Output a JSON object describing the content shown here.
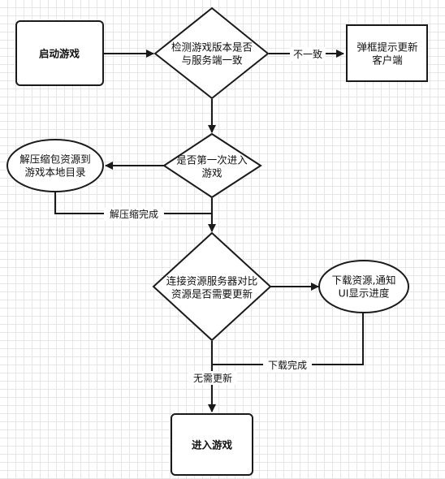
{
  "colors": {
    "stroke": "#1a1a1a",
    "fill": "#ffffff",
    "text": "#111111"
  },
  "nodes": {
    "start": {
      "lines": [
        "启动游戏"
      ]
    },
    "version": {
      "lines": [
        "检测游戏版本是否",
        "与服务端一致"
      ]
    },
    "update_tip": {
      "lines": [
        "弹框提示更新",
        "客户端"
      ]
    },
    "first_time": {
      "lines": [
        "是否第一次进入",
        "游戏"
      ]
    },
    "unzip": {
      "lines": [
        "解压缩包资源到",
        "游戏本地目录"
      ]
    },
    "compare": {
      "lines": [
        "连接资源服务器对比",
        "资源是否需要更新"
      ]
    },
    "download": {
      "lines": [
        "下载资源,通知",
        "UI显示进度"
      ]
    },
    "enter": {
      "lines": [
        "进入游戏"
      ]
    }
  },
  "edge_labels": {
    "mismatch": "不一致",
    "unzip_done": "解压缩完成",
    "no_update": "无需更新",
    "download_done": "下载完成"
  }
}
